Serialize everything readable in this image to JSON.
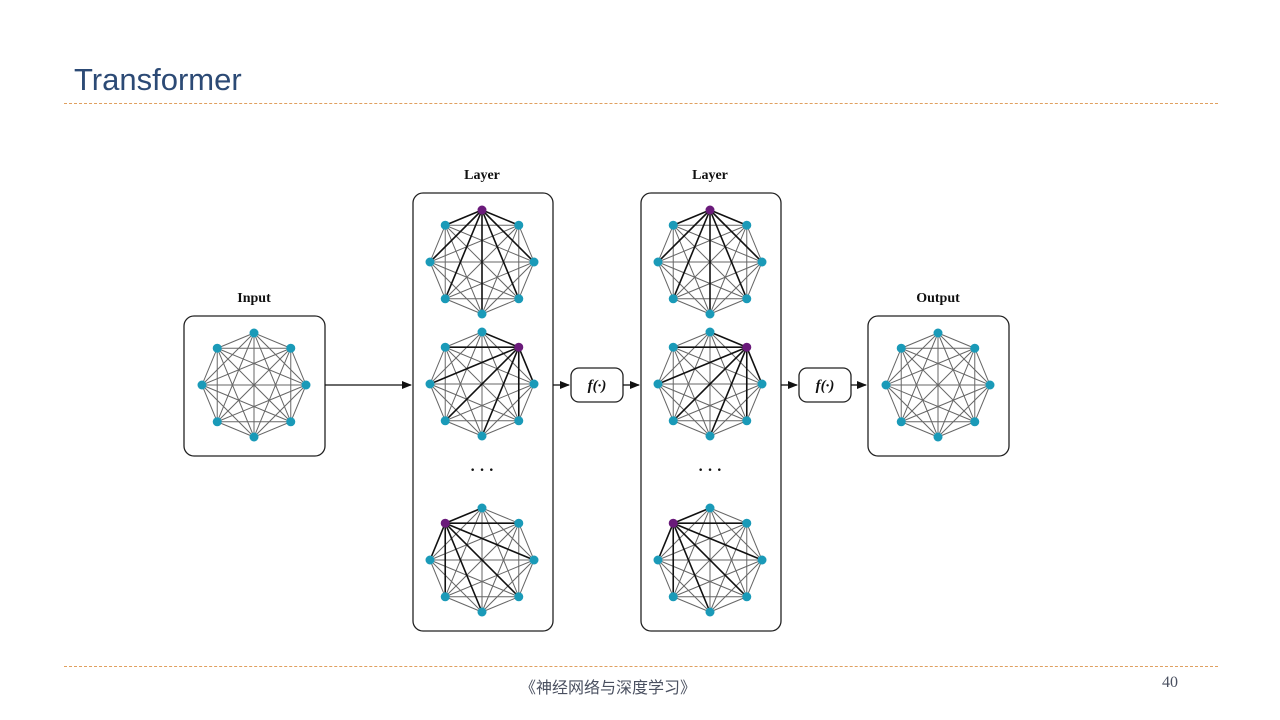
{
  "slide": {
    "title": "Transformer",
    "footer": "《神经网络与深度学习》",
    "page_number": "40"
  },
  "diagram": {
    "input_label": "Input",
    "layer_labels": [
      "Layer",
      "Layer"
    ],
    "output_label": "Output",
    "function_label": "f(·)",
    "ellipsis": "· · ·",
    "nodes_per_graph": 8,
    "colors": {
      "node": "#1a9ab8",
      "highlight_node": "#6a1a7a",
      "edge": "#666666",
      "highlight_edge": "#111111"
    },
    "layer_graphs_highlighted_node_index": [
      0,
      1,
      7
    ],
    "node_order": [
      "top",
      "top-right",
      "right",
      "bottom-right",
      "bottom",
      "bottom-left",
      "left",
      "top-left"
    ]
  }
}
